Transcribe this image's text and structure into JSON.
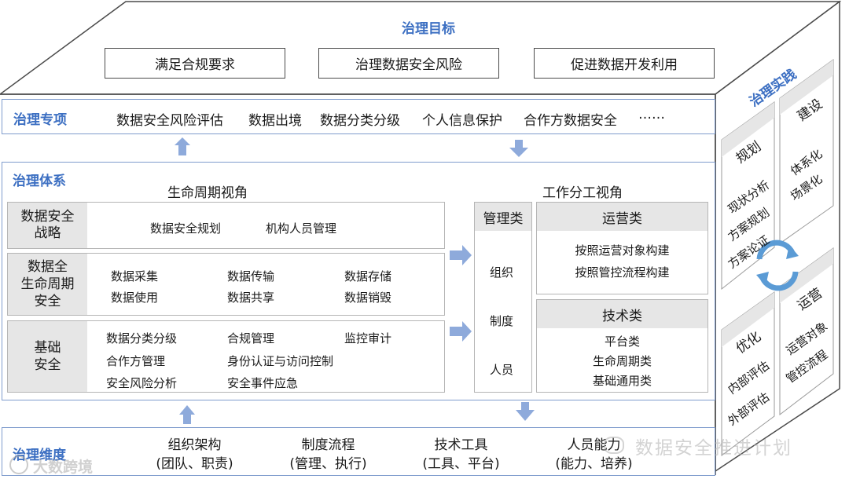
{
  "top": {
    "title": "治理目标",
    "goals": [
      "满足合规要求",
      "治理数据安全风险",
      "促进数据开发利用"
    ]
  },
  "special": {
    "title": "治理专项",
    "items": [
      "数据安全风险评估",
      "数据出境",
      "数据分类分级",
      "个人信息保护",
      "合作方数据安全",
      "……"
    ]
  },
  "system": {
    "title": "治理体系",
    "lifecycle_title": "生命周期视角",
    "division_title": "工作分工视角",
    "rows": [
      {
        "label": "数据安全\n战略",
        "items": [
          "数据安全规划",
          "机构人员管理"
        ]
      },
      {
        "label": "数据全\n生命周期\n安全",
        "items": [
          "数据采集",
          "数据传输",
          "数据存储",
          "数据使用",
          "数据共享",
          "数据销毁"
        ]
      },
      {
        "label": "基础\n安全",
        "items": [
          "数据分类分级",
          "合规管理",
          "监控审计",
          "合作方管理",
          "身份认证与访问控制",
          "安全风险分析",
          "安全事件应急"
        ]
      }
    ],
    "management": {
      "title": "管理类",
      "items": [
        "组织",
        "制度",
        "人员"
      ]
    },
    "operations": {
      "title": "运营类",
      "items": [
        "按照运营对象构建",
        "按照管控流程构建"
      ]
    },
    "technology": {
      "title": "技术类",
      "items": [
        "平台类",
        "生命周期类",
        "基础通用类"
      ]
    }
  },
  "dimension": {
    "title": "治理维度",
    "items": [
      {
        "main": "组织架构",
        "sub": "(团队、职责)"
      },
      {
        "main": "制度流程",
        "sub": "(管理、执行)"
      },
      {
        "main": "技术工具",
        "sub": "(工具、平台)"
      },
      {
        "main": "人员能力",
        "sub": "(能力、培养)"
      }
    ]
  },
  "practice": {
    "title": "治理实践",
    "plan": {
      "title": "规划",
      "items": [
        "现状分析",
        "方案规划",
        "方案论证"
      ]
    },
    "build": {
      "title": "建设",
      "items": [
        "体系化",
        "场景化"
      ]
    },
    "optimize": {
      "title": "优化",
      "items": [
        "内部评估",
        "外部评估"
      ]
    },
    "operate": {
      "title": "运营",
      "items": [
        "运营对象",
        "管控流程"
      ]
    }
  },
  "watermarks": {
    "left": "大数跨境",
    "right": "数据安全推进计划"
  },
  "colors": {
    "accent": "#3c6fc2",
    "arrow": "#8eaadb",
    "frame": "#7f9ccd"
  }
}
